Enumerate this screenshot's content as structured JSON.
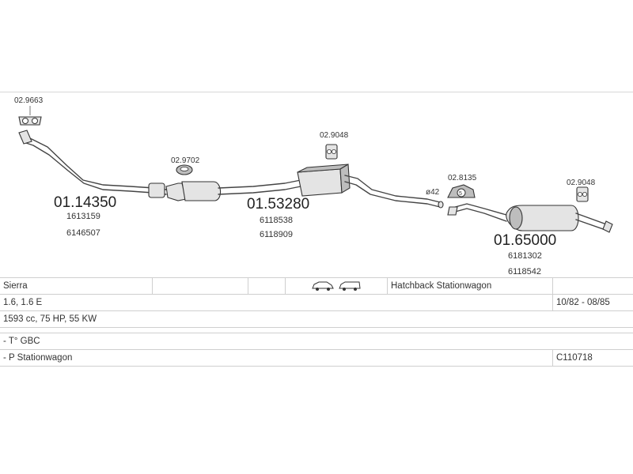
{
  "parts": {
    "p1": {
      "main": "01.14350",
      "refs": [
        "1613159",
        "6146507"
      ]
    },
    "p2": {
      "main": "01.53280",
      "refs": [
        "6118538",
        "6118909"
      ]
    },
    "p3": {
      "main": "01.65000",
      "refs": [
        "6181302",
        "6118542"
      ]
    },
    "gasket_front": "02.9663",
    "clamp_mid": "02.9702",
    "hanger_mid": "02.9048",
    "hanger_rear_flange": "02.8135",
    "hanger_rear": "02.9048",
    "diameter": "ø42"
  },
  "info": {
    "model": "Sierra",
    "body_icons": [
      "hatchback-car-icon",
      "stationwagon-car-icon"
    ],
    "body_types": "Hatchback Stationwagon",
    "engine": "1.6, 1.6 E",
    "years": "10/82 - 08/85",
    "specs": "1593 cc, 75 HP, 55 KW",
    "note1": "- T° GBC",
    "note2": "- P Stationwagon",
    "code": "C110718"
  }
}
